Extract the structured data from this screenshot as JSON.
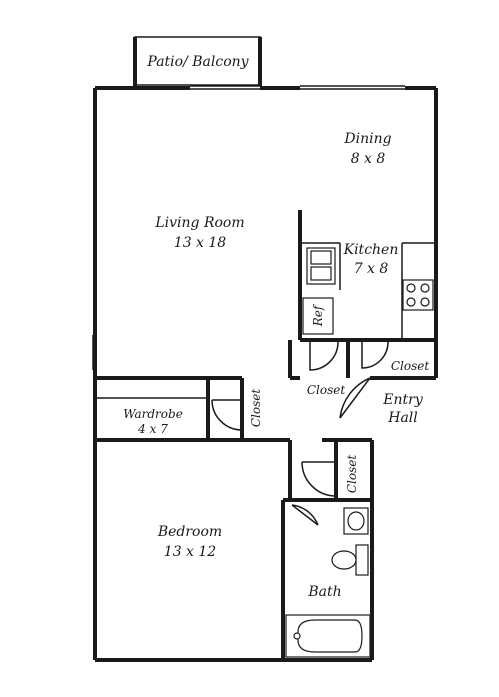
{
  "rooms": {
    "patio": {
      "name": "Patio/ Balcony"
    },
    "dining": {
      "name": "Dining",
      "size": "8 x 8"
    },
    "living": {
      "name": "Living Room",
      "size": "13 x 18"
    },
    "kitchen": {
      "name": "Kitchen",
      "size": "7 x 8"
    },
    "fridge": {
      "name": "Ref"
    },
    "kitchen_closet": {
      "name": "Closet"
    },
    "hall_closet": {
      "name": "Closet"
    },
    "entry": {
      "line1": "Entry",
      "line2": "Hall"
    },
    "wardrobe": {
      "name": "Wardrobe",
      "size": "4 x 7"
    },
    "wardrobe_closet": {
      "name": "Closet"
    },
    "bath_closet": {
      "name": "Closet"
    },
    "bedroom": {
      "name": "Bedroom",
      "size": "13 x 12"
    },
    "bath": {
      "name": "Bath"
    }
  }
}
